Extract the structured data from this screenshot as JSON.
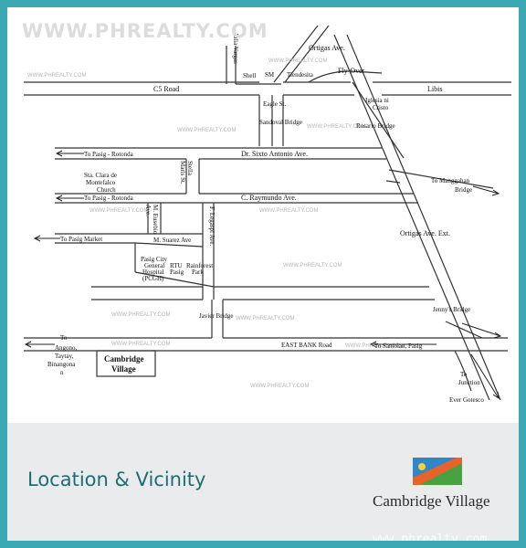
{
  "watermark_top": "WWW.PHREALTY.COM",
  "watermark_small": "WWW.PHREALTY.COM",
  "footer": {
    "title": "Location & Vicinity",
    "brand": "Cambridge Village",
    "watermark": "www.phrealty.com"
  },
  "labels": {
    "ortigas_ave": "Ortigas Ave.",
    "julia_vargas": "Julia Vargas",
    "shell": "Shell",
    "sm": "SM",
    "tiendesita": "Tiendesita",
    "flyover": "Fly-Over",
    "c5_road": "C5 Road",
    "libis": "Libis",
    "iglesia_1": "Iglesia ni",
    "iglesia_2": "Cristo",
    "eagle_st": "Eagle St.",
    "sandoval_bridge": "Sandoval Bridge",
    "rosario_bridge": "Rosario Bridge",
    "to_pasig_rotonda_1": "To Pasig - Rotonda",
    "stella_maris_1": "Stella",
    "stella_maris_2": "Maris St.",
    "dr_sixto": "Dr. Sixto Antonio Ave.",
    "sta_clara_1": "Sta. Clara de",
    "sta_clara_2": "Montefalco",
    "sta_clara_3": "Church",
    "to_manggahan_1": "To Manggahan",
    "to_manggahan_2": "Bridge",
    "to_pasig_rotonda_2": "To Pasig - Rotonda",
    "c_raymundo": "C. Raymundo Ave.",
    "m_eusebio_1": "M. Eusebio",
    "m_eusebio_2": "Ave.",
    "f_legaspi": "F. Legaspi Ave.",
    "to_pasig_market": "To Pasig Market",
    "m_suarez": "M. Suarez Ave",
    "ortigas_ext": "Ortigas Ave. Ext.",
    "pcgh_1": "Pasig City",
    "pcgh_2": "General",
    "pcgh_3": "Hospital",
    "pcgh_4": "(PCGH)",
    "rtu_1": "RTU",
    "rtu_2": "Pasig",
    "rainforest_1": "Rainforest",
    "rainforest_2": "Park",
    "javier_bridge": "Javier Bridge",
    "jennys_bridge": "Jenny's Bridge",
    "to_angono_1": "To",
    "to_angono_2": "Angono,",
    "to_angono_3": "Taytay,",
    "to_angono_4": "Binangona",
    "to_angono_5": "n",
    "east_bank": "EAST BANK Road",
    "to_santolan": "To Santolan, Pasig",
    "cambridge_1": "Cambridge",
    "cambridge_2": "Village",
    "to_junction_1": "To",
    "to_junction_2": "Junction",
    "ever_gotesco": "Ever Gotesco"
  },
  "colors": {
    "border": "#3aa9b4",
    "footer_bg": "#e9ebed",
    "title": "#1e6d73"
  }
}
